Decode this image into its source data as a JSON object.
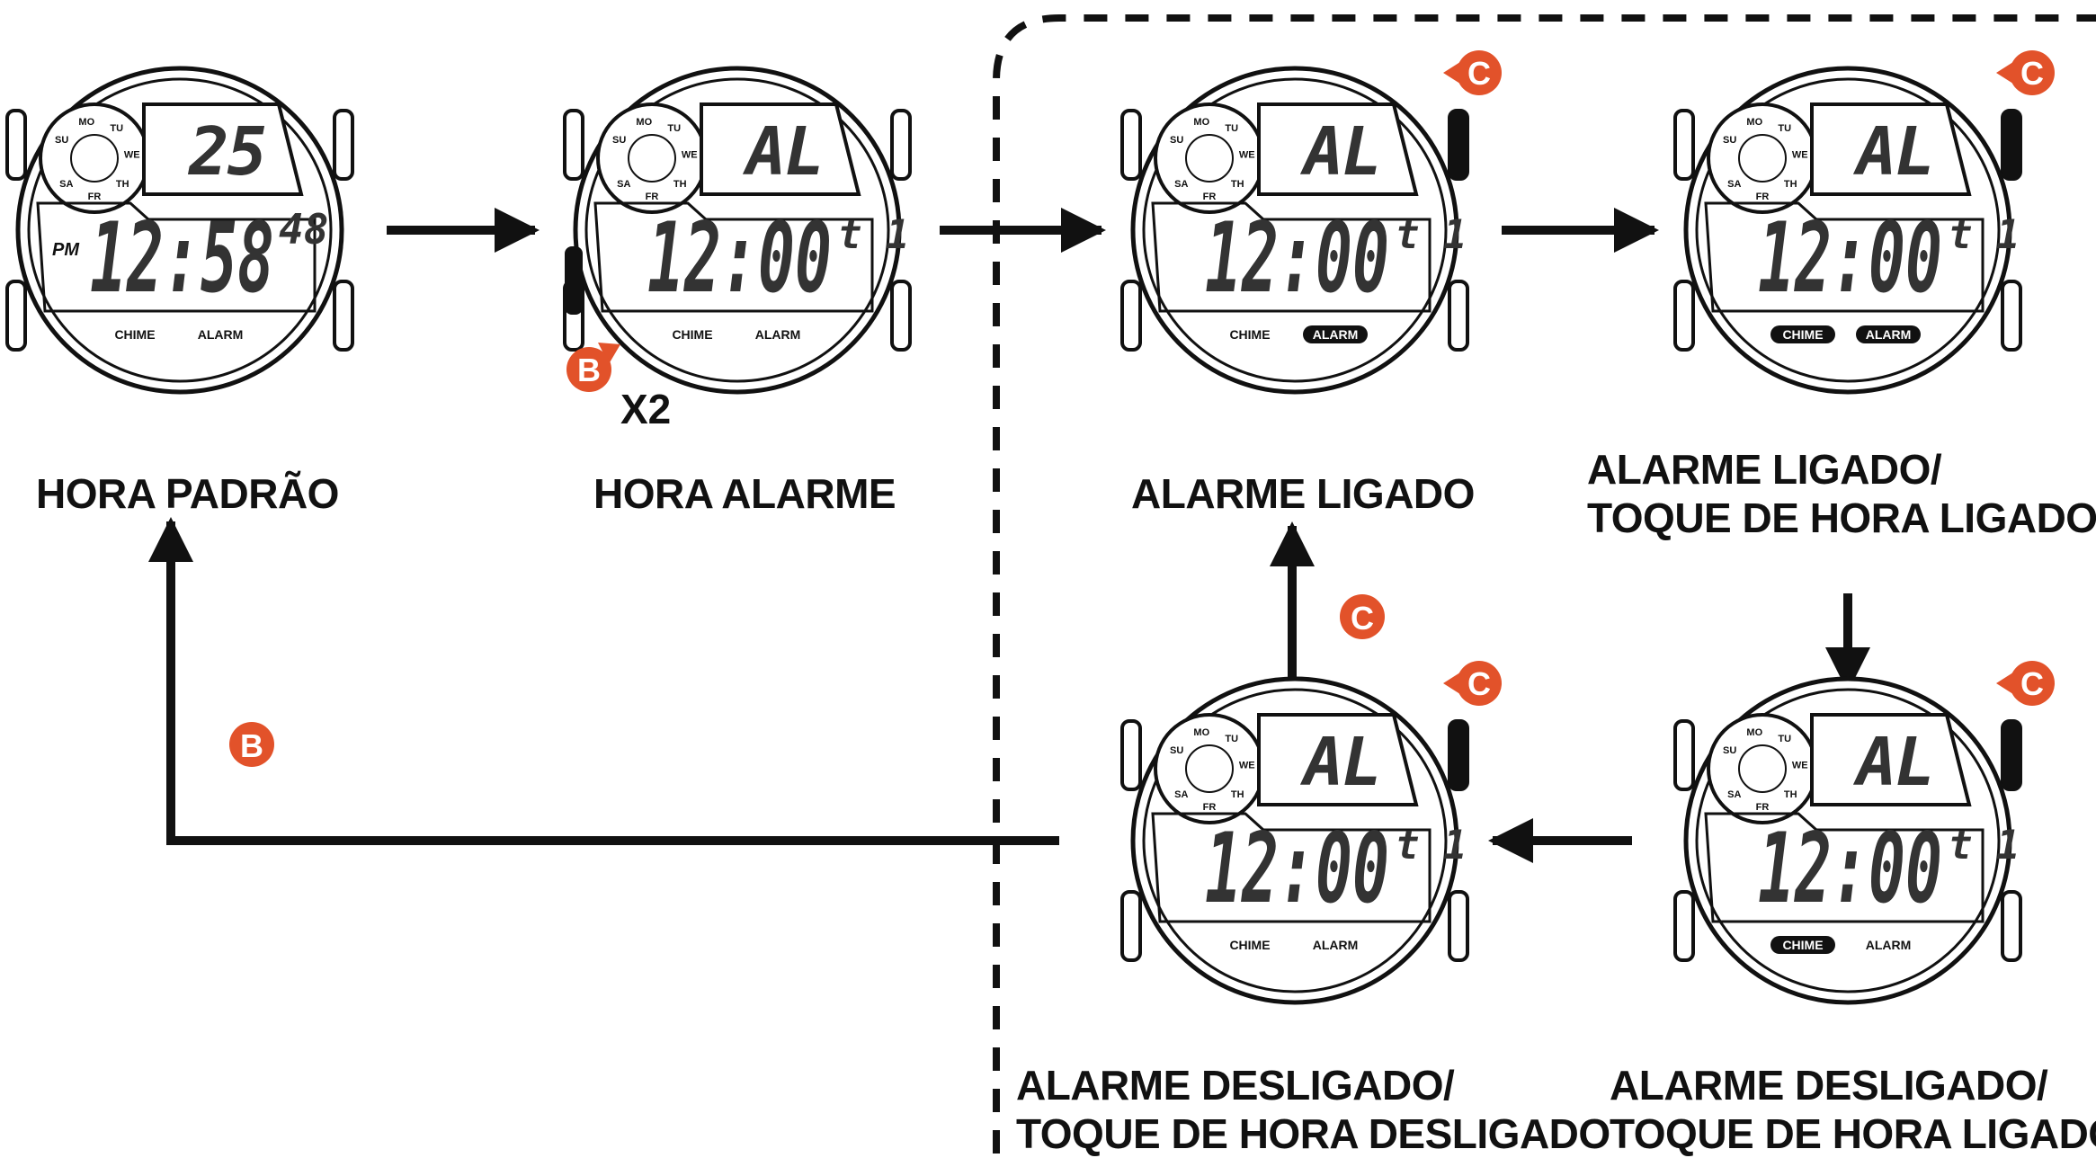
{
  "colors": {
    "line": "#111111",
    "button_badge": "#e2522a",
    "lcd_off": "#333333"
  },
  "watches": [
    {
      "id": "standard",
      "caption": [
        "HORA PADRÃO"
      ],
      "top_display": "25",
      "main_time": "12:58",
      "seconds": "48",
      "suffix": "",
      "pm_indicator": "PM",
      "chime_label": "CHIME",
      "alarm_label": "ALARM",
      "chime_on": false,
      "alarm_on": false,
      "press_button": "",
      "press_side": ""
    },
    {
      "id": "alarm-time",
      "caption": [
        "HORA ALARME"
      ],
      "top_display": "AL",
      "main_time": "12:00",
      "seconds": "",
      "suffix": "t 1",
      "pm_indicator": "",
      "chime_label": "CHIME",
      "alarm_label": "ALARM",
      "chime_on": false,
      "alarm_on": false,
      "press_button": "B",
      "press_side": "left",
      "press_count": "X2"
    },
    {
      "id": "alarm-on",
      "caption": [
        "ALARME LIGADO"
      ],
      "top_display": "AL",
      "main_time": "12:00",
      "seconds": "",
      "suffix": "t 1",
      "pm_indicator": "",
      "chime_label": "CHIME",
      "alarm_label": "ALARM",
      "chime_on": false,
      "alarm_on": true,
      "press_button": "C",
      "press_side": "right"
    },
    {
      "id": "alarm-on-chime-on",
      "caption": [
        "ALARME LIGADO/",
        "TOQUE DE HORA LIGADO"
      ],
      "top_display": "AL",
      "main_time": "12:00",
      "seconds": "",
      "suffix": "t 1",
      "pm_indicator": "",
      "chime_label": "CHIME",
      "alarm_label": "ALARM",
      "chime_on": true,
      "alarm_on": true,
      "press_button": "C",
      "press_side": "right"
    },
    {
      "id": "alarm-off-chime-on",
      "caption": [
        "ALARME DESLIGADO/",
        "TOQUE DE HORA LIGADO"
      ],
      "top_display": "AL",
      "main_time": "12:00",
      "seconds": "",
      "suffix": "t 1",
      "pm_indicator": "",
      "chime_label": "CHIME",
      "alarm_label": "ALARM",
      "chime_on": true,
      "alarm_on": false,
      "press_button": "C",
      "press_side": "right"
    },
    {
      "id": "alarm-off-chime-off",
      "caption": [
        "ALARME DESLIGADO/",
        "TOQUE DE HORA DESLIGADO"
      ],
      "top_display": "AL",
      "main_time": "12:00",
      "seconds": "",
      "suffix": "t 1",
      "pm_indicator": "",
      "chime_label": "CHIME",
      "alarm_label": "ALARM",
      "chime_on": false,
      "alarm_on": false,
      "press_button": "C",
      "press_side": "right"
    }
  ],
  "transitions": [
    {
      "from": "standard",
      "to": "alarm-time",
      "button": ""
    },
    {
      "from": "alarm-time",
      "to": "alarm-on",
      "button": ""
    },
    {
      "from": "alarm-on",
      "to": "alarm-on-chime-on",
      "button": ""
    },
    {
      "from": "alarm-on-chime-on",
      "to": "alarm-off-chime-on",
      "button": ""
    },
    {
      "from": "alarm-off-chime-on",
      "to": "alarm-off-chime-off",
      "button": ""
    },
    {
      "from": "alarm-off-chime-off",
      "to": "alarm-on",
      "button": "C"
    },
    {
      "from": "alarm-off-chime-off",
      "to": "standard",
      "button": "B"
    }
  ]
}
